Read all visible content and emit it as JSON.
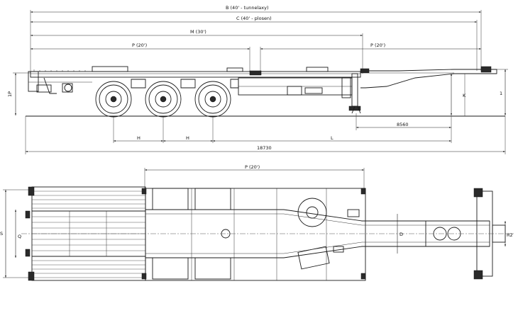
{
  "side_view": {
    "dimensions": {
      "B": "B (40' - tunnelaxy)",
      "C": "C (40' - plosen)",
      "M": "M (30')",
      "P_left": "P (20')",
      "P_right": "P (20')",
      "H1": "H",
      "H2": "H",
      "L": "L",
      "d8560": "8560",
      "total": "18730",
      "left_height": "1P",
      "K": "K",
      "right_height": "1"
    }
  },
  "plan_view": {
    "dimensions": {
      "P_top": "P (20')",
      "S": "S",
      "Q": "Q",
      "D": "D",
      "R2": "R2"
    }
  }
}
